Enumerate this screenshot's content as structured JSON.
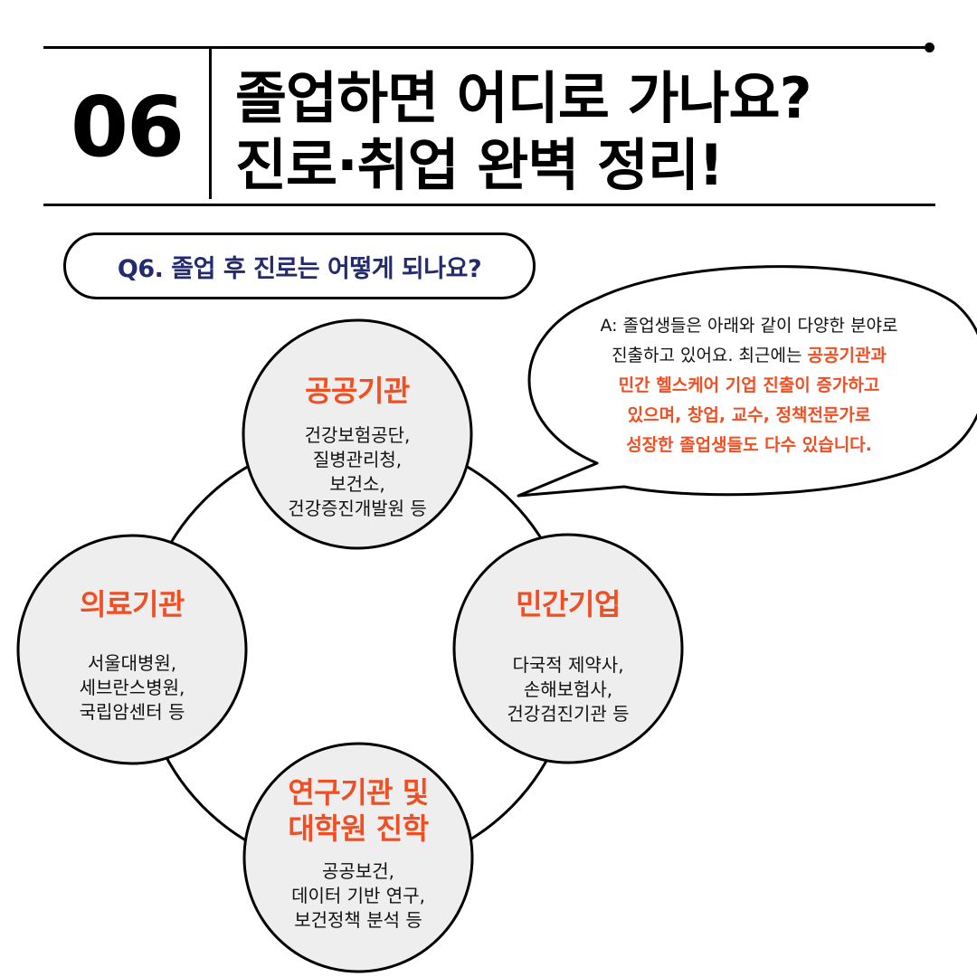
{
  "header": {
    "number": "06",
    "title_line1": "졸업하면 어디로 가나요?",
    "title_line2": "진로·취업 완벽 정리!"
  },
  "question": {
    "text": "Q6. 졸업 후 진로는 어떻게 되나요?"
  },
  "answer": {
    "prefix": "A: 졸업생들은 아래와 같이 다양한 분야로",
    "line2_plain": "진출하고 있어요. 최근에는 ",
    "line2_highlight": "공공기관과",
    "line3_highlight": "민간 헬스케어 기업 진출이 증가하고",
    "line4_highlight": "있으며, 창업, 교수, 정책전문가로",
    "line5_highlight": "성장한 졸업생들도 다수 있습니다."
  },
  "colors": {
    "accent": "#f04e23",
    "question_text": "#232a6e",
    "circle_fill": "#eeeeee"
  },
  "careers": {
    "public": {
      "title": "공공기관",
      "items": [
        "건강보험공단,",
        "질병관리청,",
        "보건소,",
        "건강증진개발원 등"
      ]
    },
    "medical": {
      "title": "의료기관",
      "items": [
        "서울대병원,",
        "세브란스병원,",
        "국립암센터 등"
      ]
    },
    "private": {
      "title": "민간기업",
      "items": [
        "다국적 제약사,",
        "손해보험사,",
        "건강검진기관 등"
      ]
    },
    "research": {
      "title_line1": "연구기관 및",
      "title_line2": "대학원 진학",
      "items": [
        "공공보건,",
        "데이터 기반 연구,",
        "보건정책 분석 등"
      ]
    }
  }
}
